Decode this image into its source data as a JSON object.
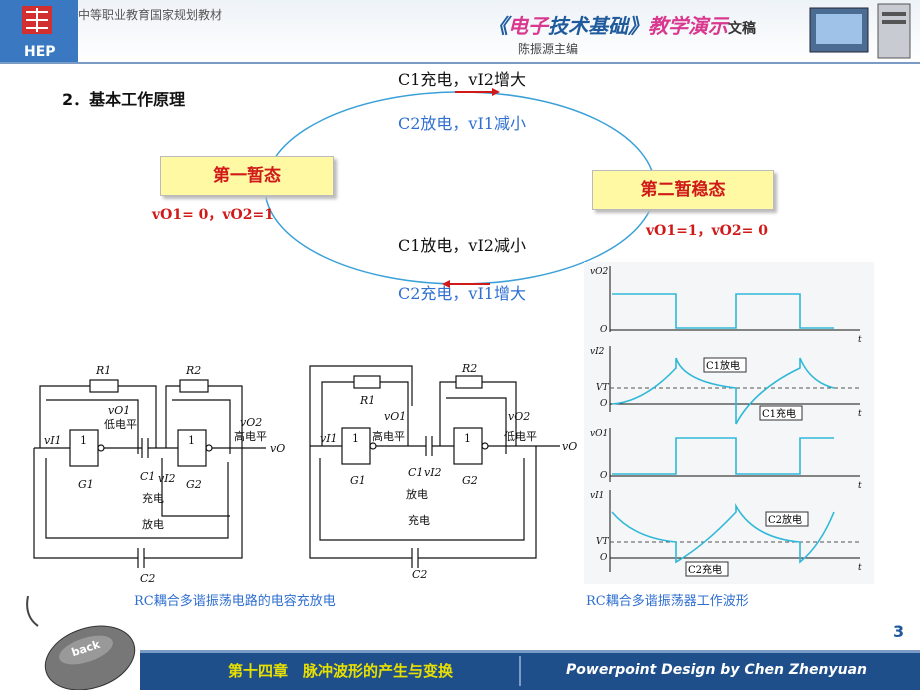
{
  "header": {
    "series": "中等职业教育国家规划教材",
    "logo_text": "HEP",
    "title_prefix": "《",
    "title_main": "电子",
    "title_mid": "技术基础",
    "title_suffix": "》",
    "title_tail": "教学演示",
    "title_small": "文稿",
    "editor": "陈振源主编"
  },
  "section": {
    "heading": "2．基本工作原理"
  },
  "cycle": {
    "top_upper": "C1充电，vI2增大",
    "top_lower": "C2放电，vI1减小",
    "bottom_upper": "C1放电，vI2减小",
    "bottom_lower": "C2充电，vI1增大",
    "state1": "第一暂态",
    "state1_out": "vO1= 0，vO2=1",
    "state2": "第二暂稳态",
    "state2_out": "vO1=1，vO2= 0"
  },
  "circuit1": {
    "R1": "R1",
    "R2": "R2",
    "vO1": "vO1",
    "vO1_state": "低电平",
    "vO2": "vO2",
    "vO2_state": "高电平",
    "vI1": "vI1",
    "vI2": "vI2",
    "gate": "1",
    "G1": "G1",
    "G2": "G2",
    "C1": "C1",
    "C2": "C2",
    "vO": "vO",
    "charge": "充电",
    "discharge": "放电"
  },
  "circuit2": {
    "R1": "R1",
    "R2": "R2",
    "vO1": "vO1",
    "vO1_state": "高电平",
    "vO2": "vO2",
    "vO2_state": "低电平",
    "vI1": "vI1",
    "vI2": "vI2",
    "gate": "1",
    "G1": "G1",
    "G2": "G2",
    "C1": "C1",
    "C2": "C2",
    "vO": "vO",
    "charge": "充电",
    "discharge": "放电"
  },
  "waveforms": {
    "labels": [
      "vO2",
      "vI2",
      "vO1",
      "vI1"
    ],
    "zero": "O",
    "vt": "VT",
    "t": "t",
    "c1_discharge": "C1放电",
    "c1_charge": "C1充电",
    "c2_discharge": "C2放电",
    "c2_charge": "C2充电"
  },
  "captions": {
    "left": "RC耦合多谐振荡电路的电容充放电",
    "right": "RC耦合多谐振荡器工作波形"
  },
  "footer": {
    "page": "3",
    "back": "back",
    "chapter": "第十四章　脉冲波形的产生与变换",
    "credit": "Powerpoint  Design  by  Chen Zhenyuan"
  },
  "colors": {
    "accent_blue": "#2f6fd0",
    "accent_red": "#d01a1a",
    "state_fill": "#fff9a3",
    "wave_cyan": "#30b8d8"
  }
}
